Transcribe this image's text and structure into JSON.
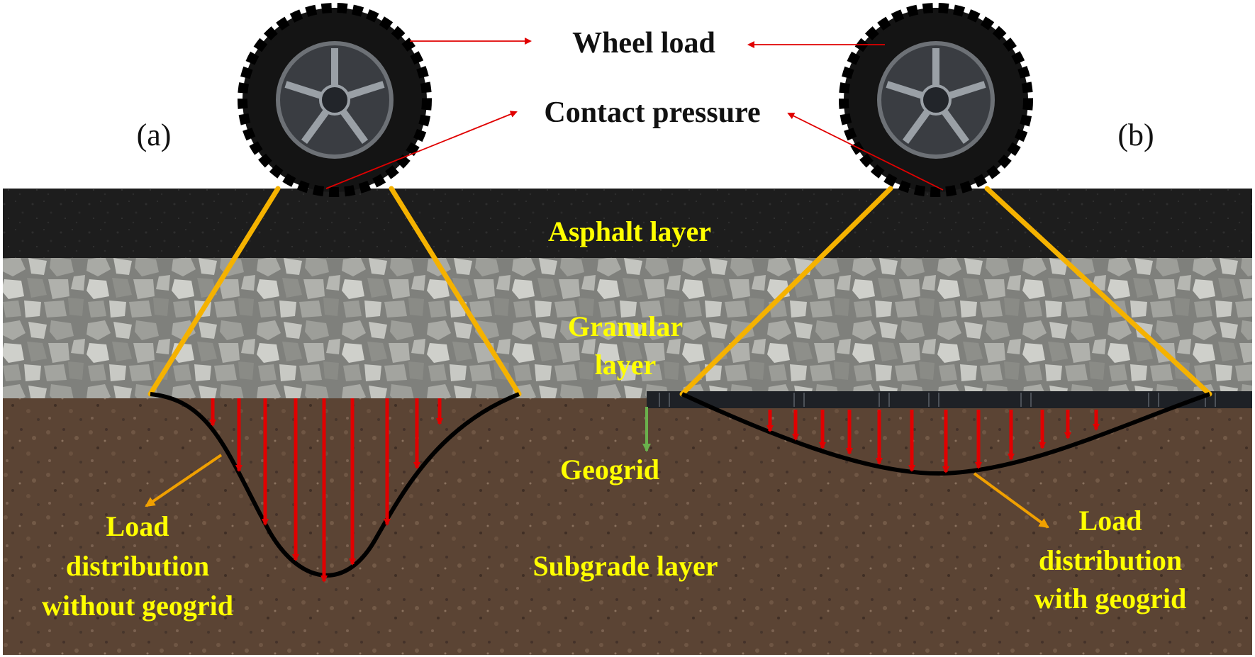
{
  "labels": {
    "panel_a": "(a)",
    "panel_b": "(b)",
    "wheel_load": "Wheel load",
    "contact_pressure": "Contact pressure",
    "asphalt_layer": "Asphalt layer",
    "granular_line1": "Granular",
    "granular_line2": "layer",
    "geogrid": "Geogrid",
    "subgrade_layer": "Subgrade layer",
    "left_note": [
      "Load",
      "distribution",
      "without geogrid"
    ],
    "right_note": [
      "Load",
      "distribution",
      "with geogrid"
    ]
  },
  "colors": {
    "label_yellow": "#ffff00",
    "asphalt": "#1b1b1b",
    "gravel": "#8d8d88",
    "subgrade": "#5a4333",
    "load_line": "#f5b200",
    "pressure_arrow": "#e00000",
    "annotation_arrow": "#e00000",
    "leader_orange": "#f0a000",
    "geogrid_arrow": "#6ab04c",
    "geogrid": "#1e2126"
  },
  "icons": [
    "tire-icon",
    "rim-icon"
  ]
}
